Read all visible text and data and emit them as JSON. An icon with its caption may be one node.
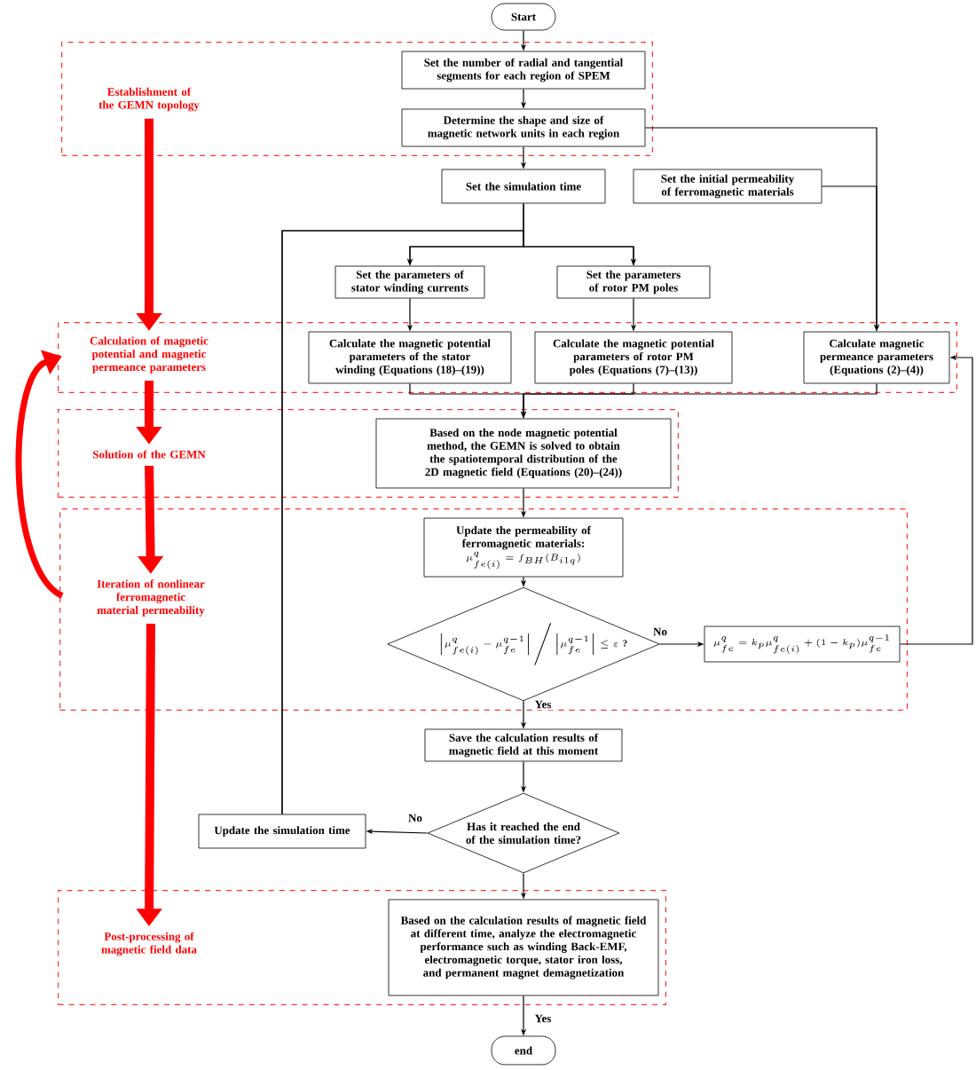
{
  "diagram": {
    "nodes": [
      {
        "text": [
          "Start"
        ]
      },
      {
        "text": [
          "Establishment of the GEMN topology"
        ]
      },
      {
        "text": [
          "Set the number of radial and tangential segments for each region of SPEM"
        ],
        "in": 1
      },
      {
        "text": [
          "Determine the shape and size of magnetic network units in each region"
        ],
        "in": 1
      },
      {
        "text": [
          "Set the simulation time"
        ]
      },
      {
        "text": [
          "Set the initial permeability of ferromagnetic materials"
        ]
      },
      {
        "text": [
          "Set the parameters of stator winding currents"
        ]
      },
      {
        "text": [
          "Set the parameters of rotor PM poles"
        ]
      },
      {
        "text": [
          "Calculation of magnetic potential and magnetic permeance parameters"
        ]
      },
      {
        "text": [
          "Calculate the magnetic potential parameters of the stator winding (Equations (18)–(19))"
        ],
        "in": 8
      },
      {
        "text": [
          "Calculate the magnetic potential parameters of rotor PM poles (Equations (7)–(13))"
        ],
        "in": 8
      },
      {
        "text": [
          "Calculate magnetic permeance parameters (Equations (2)–(4))"
        ],
        "in": 8
      },
      {
        "text": [
          "Solution of the GEMN"
        ]
      },
      {
        "text": [
          "Based on the node magnetic potential method, the GEMN is solved to obtain the spatiotemporal distribution of the 2D magnetic field (Equations (20)–(24))"
        ],
        "in": 12
      },
      {
        "text": [
          "Iteration of nonlinear ferromagnetic material permeability"
        ]
      },
      {
        "text": [
          "Update the permeability of ferromagnetic materials:",
          "\\mu^{q}_{fe(i)} = f_{BH}(B_{i1q})"
        ],
        "in": 14
      },
      {
        "text": [
          "\\left|\\mu^{q}_{fe(i)}-\\mu^{q-1}_{fe}\\right|\\Big/\\left|\\mu^{q-1}_{fe}\\right| \\le \\varepsilon\\ \\textbf{?}"
        ],
        "in": 14
      },
      {
        "text": [
          "\\mu^{q}_{fe} = k_{p}\\mu^{q}_{fe(i)} + (1-k_{p})\\mu^{q-1}_{fe}"
        ],
        "in": 14
      },
      {
        "text": [
          "Save the  calculation results of magnetic field at this moment"
        ]
      },
      {
        "text": [
          "Has it reached the end of the simulation time?"
        ]
      },
      {
        "text": [
          "Update the simulation time"
        ]
      },
      {
        "text": [
          "Post-processing of magnetic field data"
        ]
      },
      {
        "text": [
          "Based on the calculation results of magnetic field  at different time, analyze the electromagnetic performance  such as winding Back-EMF, electromagnetic torque, stator iron loss, and permanent magnet demagnetization"
        ],
        "in": 21
      },
      {
        "text": [
          "end"
        ]
      }
    ],
    "edges": [
      {
        "from": 0,
        "to": 2,
        "arrow": "to"
      },
      {
        "from": 2,
        "to": 3,
        "arrow": "to"
      },
      {
        "from": 3,
        "to": 4,
        "arrow": "to"
      },
      {
        "from": 3,
        "to": 11,
        "arrow": "to"
      },
      {
        "from": 5,
        "to": 11,
        "arrow": "to"
      },
      {
        "from": 4,
        "to": 6,
        "arrow": "to"
      },
      {
        "from": 4,
        "to": 7,
        "arrow": "to"
      },
      {
        "from": 20,
        "to": 6,
        "arrow": "to"
      },
      {
        "from": 20,
        "to": 7,
        "arrow": "to"
      },
      {
        "from": 6,
        "to": 9,
        "arrow": "to"
      },
      {
        "from": 7,
        "to": 10,
        "arrow": "to"
      },
      {
        "from": 9,
        "to": 13,
        "arrow": "to"
      },
      {
        "from": 10,
        "to": 13,
        "arrow": "to"
      },
      {
        "from": 11,
        "to": 13,
        "arrow": "to"
      },
      {
        "from": 13,
        "to": 15,
        "arrow": "to"
      },
      {
        "from": 15,
        "to": 16,
        "arrow": "to"
      },
      {
        "from": 16,
        "to": 17,
        "arrow": "to",
        "label": "No"
      },
      {
        "from": 17,
        "to": 11,
        "arrow": "to"
      },
      {
        "from": 16,
        "to": 18,
        "arrow": "to",
        "label": "Yes"
      },
      {
        "from": 18,
        "to": 19,
        "arrow": "to"
      },
      {
        "from": 19,
        "to": 20,
        "arrow": "to",
        "label": "No"
      },
      {
        "from": 19,
        "to": 22,
        "arrow": "to"
      },
      {
        "from": 22,
        "to": 23,
        "arrow": "to",
        "label": "Yes"
      },
      {
        "from": 1,
        "to": 8,
        "arrow": "to",
        "style": "thick",
        "color": "#ff0000"
      },
      {
        "from": 8,
        "to": 12,
        "arrow": "to",
        "style": "thick",
        "color": "#ff0000"
      },
      {
        "from": 12,
        "to": 14,
        "arrow": "to",
        "style": "thick",
        "color": "#ff0000"
      },
      {
        "from": 14,
        "to": 21,
        "arrow": "to",
        "style": "thick",
        "color": "#ff0000"
      },
      {
        "from": 14,
        "to": 8,
        "arrow": "to",
        "style": "thick",
        "color": "#ff0000"
      }
    ]
  }
}
